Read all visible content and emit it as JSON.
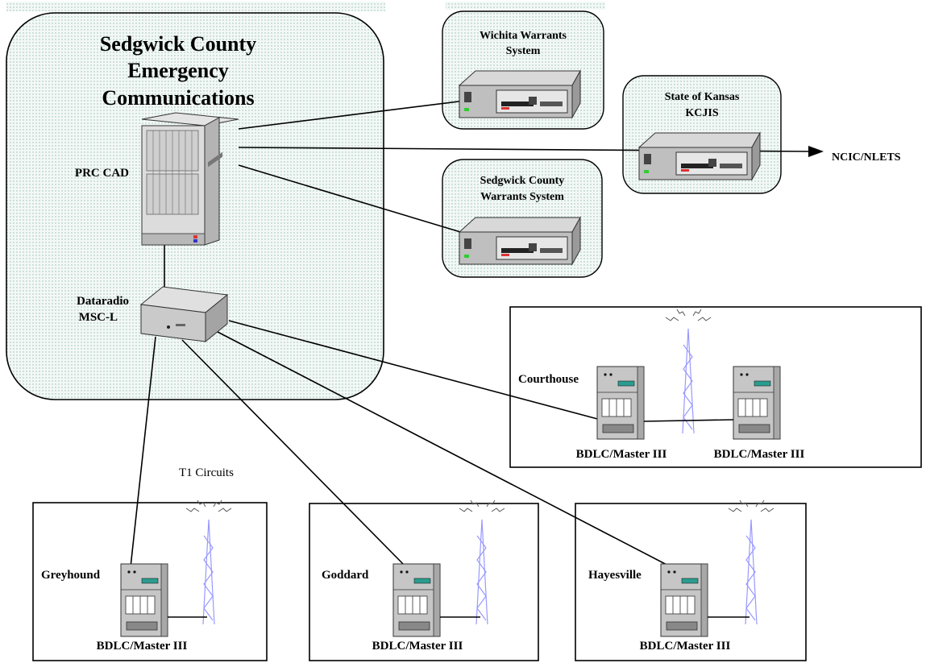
{
  "center": {
    "title_lines": [
      "Sedgwick County",
      "Emergency",
      "Communications"
    ],
    "prc_cad_label": "PRC CAD",
    "dataradio_lines": [
      "Dataradio",
      "MSC-L"
    ]
  },
  "systems": {
    "wichita": [
      "Wichita Warrants",
      "System"
    ],
    "sedgwick": [
      "Sedgwick County",
      "Warrants System"
    ],
    "kansas": [
      "State of Kansas",
      "KCJIS"
    ],
    "ncic_label": "NCIC/NLETS"
  },
  "t1_label": "T1 Circuits",
  "sites": {
    "courthouse": {
      "name": "Courthouse",
      "device_a": "BDLC/Master III",
      "device_b": "BDLC/Master III"
    },
    "greyhound": {
      "name": "Greyhound",
      "device": "BDLC/Master III"
    },
    "goddard": {
      "name": "Goddard",
      "device": "BDLC/Master III"
    },
    "hayesville": {
      "name": "Hayesville",
      "device": "BDLC/Master III"
    }
  },
  "colors": {
    "panel_fill": "#eef5f3",
    "panel_dots": "#7fb0a0",
    "tower": "#9999ff",
    "device_accent": "#2a9d8f",
    "led_red": "#d33",
    "led_green": "#3c3"
  }
}
